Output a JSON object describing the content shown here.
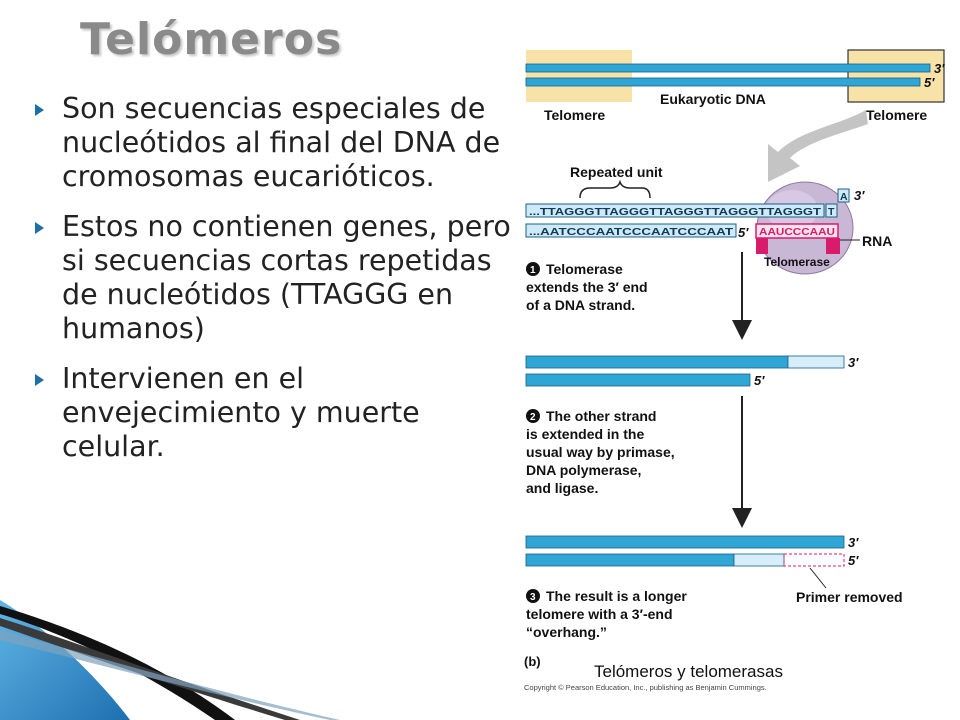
{
  "slide": {
    "title": "Telómeros",
    "bullets": [
      "Son secuencias especiales de nucleótidos al final del DNA de cromosomas eucarióticos.",
      "Estos no contienen genes, pero si secuencias cortas repetidas de nucleótidos (TTAGGG en humanos)",
      "Intervienen en el envejecimiento y muerte celular."
    ]
  },
  "diagram": {
    "dna_label": "Eukaryotic DNA",
    "telomere_left": "Telomere",
    "telomere_right": "Telomere",
    "prime3": "3′",
    "prime5": "5′",
    "repeated_unit": "Repeated unit",
    "top_strand": "...TTAGGGTTAGGGTTAGGGTTAGGGTTAGGGT",
    "top_nt_A": "A",
    "top_nt_T": "T",
    "bottom_strand": "...AATCCCAATCCCAATCCCAAT",
    "rna_seq": "AAUCCCAAU",
    "rna_label": "RNA",
    "enzyme_label": "Telomerase",
    "steps": [
      {
        "num": "1",
        "lines": [
          "Telomerase",
          "extends the 3′ end",
          "of a DNA strand."
        ]
      },
      {
        "num": "2",
        "lines": [
          "The other strand",
          "is extended in the",
          "usual way by primase,",
          "DNA polymerase,",
          "and ligase."
        ]
      },
      {
        "num": "3",
        "lines": [
          "The result is a longer",
          "telomere with a 3′-end",
          "“overhang.”"
        ]
      }
    ],
    "primer_removed": "Primer removed",
    "panel_label": "(b)",
    "caption": "Telómeros y telomerasas",
    "copyright": "Copyright © Pearson Education, Inc., publishing as Benjamin Cummings."
  },
  "colors": {
    "title": "#8a8a8a",
    "bullet": "#1c6fa8",
    "strand": "#2fa6d6",
    "telomere_box": "#f7e2a8",
    "enzyme": "#c9b7d6",
    "rna": "#d81b6a"
  }
}
